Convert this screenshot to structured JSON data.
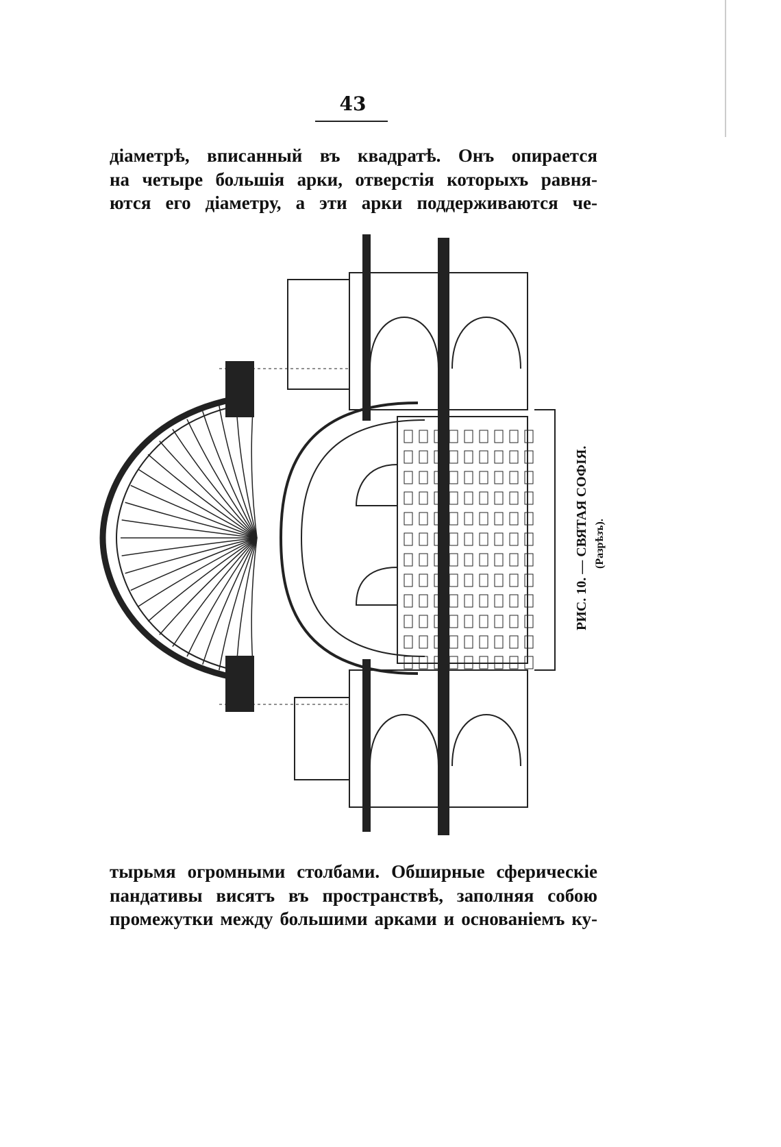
{
  "page_number": "43",
  "top_text": [
    "діаметрѣ, вписанный въ квадратѣ. Онъ опирается",
    "на четыре большія арки, отверстія которыхъ равня-",
    "ются его діаметру, а эти арки поддерживаются че-"
  ],
  "figure": {
    "caption": "РИС. 10. — СВЯТАЯ СОФІЯ.",
    "subcaption": "(Разрѣзъ)."
  },
  "bottom_text": [
    "тырьмя огромными столбами. Обширные сферическіе",
    "пандативы висятъ въ пространствѣ, заполняя собою",
    "промежутки между большими арками и основаніемъ ку-"
  ]
}
